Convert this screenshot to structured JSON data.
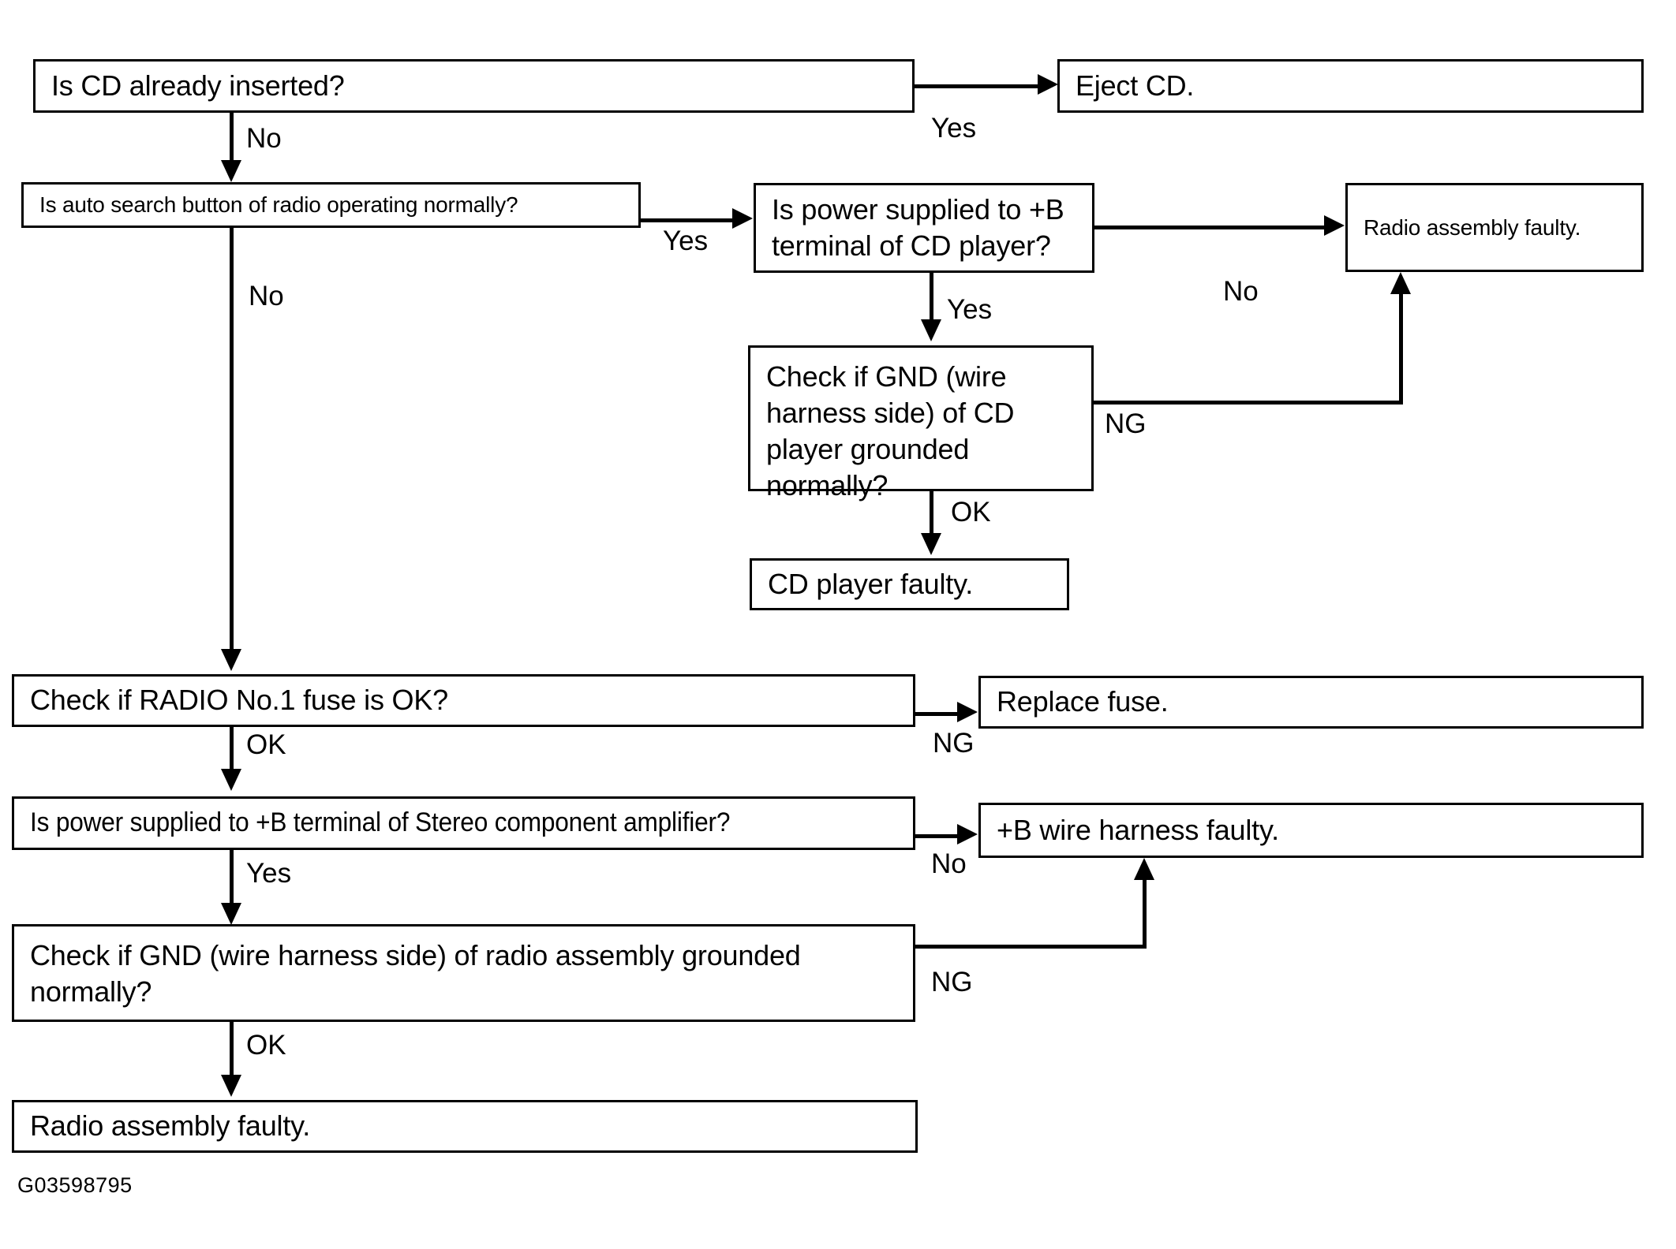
{
  "figure": {
    "id_label": "G03598795",
    "type": "troubleshooting-flowchart",
    "title": "CD player / radio assembly diagnostic flow"
  },
  "nodes": {
    "cd_inserted": "Is CD already inserted?",
    "eject_cd": "Eject CD.",
    "auto_search": "Is auto search button of radio operating normally?",
    "power_b_cd": "Is power supplied to +B terminal of CD player?",
    "radio_faulty_top": "Radio assembly faulty.",
    "gnd_cd": "Check if GND (wire harness side) of CD player grounded normally?",
    "cd_player_faulty": "CD player faulty.",
    "fuse_check": "Check if RADIO No.1 fuse is OK?",
    "replace_fuse": "Replace fuse.",
    "power_b_amp": "Is power supplied to +B terminal of Stereo component amplifier?",
    "wire_harness_faulty": "+B wire harness faulty.",
    "gnd_radio": "Check if GND (wire harness side) of radio assembly grounded normally?",
    "radio_faulty_bottom": "Radio assembly faulty."
  },
  "edge_labels": {
    "cd_inserted_yes": "Yes",
    "cd_inserted_no": "No",
    "auto_search_yes": "Yes",
    "auto_search_no": "No",
    "power_b_cd_no": "No",
    "power_b_cd_yes": "Yes",
    "gnd_cd_ng": "NG",
    "gnd_cd_ok": "OK",
    "fuse_ng": "NG",
    "fuse_ok": "OK",
    "power_b_amp_no": "No",
    "power_b_amp_yes": "Yes",
    "gnd_radio_ng": "NG",
    "gnd_radio_ok": "OK"
  },
  "colors": {
    "line": "#000000",
    "background": "#ffffff",
    "text": "#000000"
  }
}
